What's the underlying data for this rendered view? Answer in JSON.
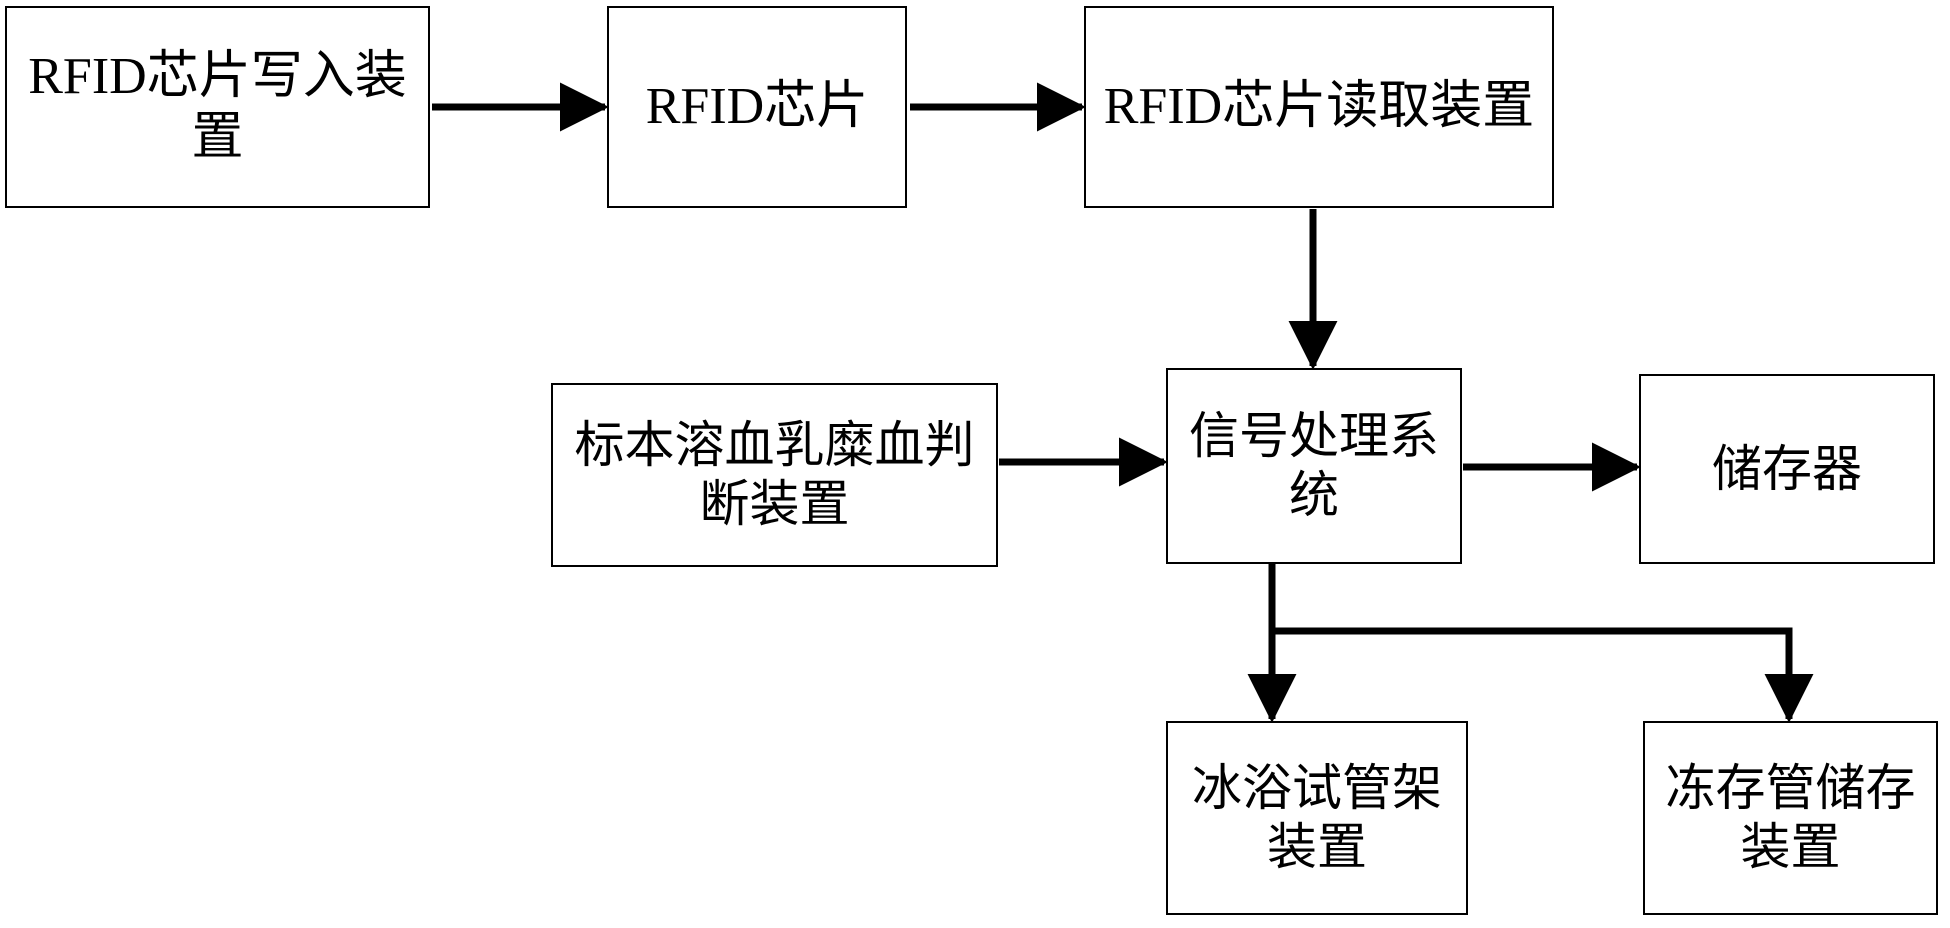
{
  "diagram": {
    "type": "flowchart",
    "orientation": "left-to-right with downward branches",
    "background_color": "#ffffff",
    "line_color": "#000000",
    "box_border_color": "#000000",
    "nodes": [
      {
        "id": "rfid-writer",
        "label": "RFID芯片写入装置",
        "row": "top",
        "column": 1
      },
      {
        "id": "rfid-chip",
        "label": "RFID芯片",
        "row": "top",
        "column": 2
      },
      {
        "id": "rfid-reader",
        "label": "RFID芯片读取装置",
        "row": "top",
        "column": 3
      },
      {
        "id": "hemolysis",
        "label": "标本溶血乳糜血判断装置",
        "row": "middle",
        "column": 1
      },
      {
        "id": "signal-system",
        "label": "信号处理系统",
        "row": "middle",
        "column": 2
      },
      {
        "id": "memory",
        "label": "储存器",
        "row": "middle",
        "column": 3
      },
      {
        "id": "ice-bath",
        "label": "冰浴试管架装置",
        "row": "bottom",
        "column": 2
      },
      {
        "id": "cryo-storage",
        "label": "冻存管储存装置",
        "row": "bottom",
        "column": 3
      }
    ],
    "edges": [
      {
        "from": "rfid-writer",
        "to": "rfid-chip",
        "direction": "right"
      },
      {
        "from": "rfid-chip",
        "to": "rfid-reader",
        "direction": "right"
      },
      {
        "from": "rfid-reader",
        "to": "signal-system",
        "direction": "down"
      },
      {
        "from": "hemolysis",
        "to": "signal-system",
        "direction": "right"
      },
      {
        "from": "signal-system",
        "to": "memory",
        "direction": "right"
      },
      {
        "from": "signal-system",
        "to": "ice-bath",
        "direction": "down"
      },
      {
        "from": "signal-system",
        "to": "cryo-storage",
        "direction": "down-right-elbow"
      }
    ]
  }
}
